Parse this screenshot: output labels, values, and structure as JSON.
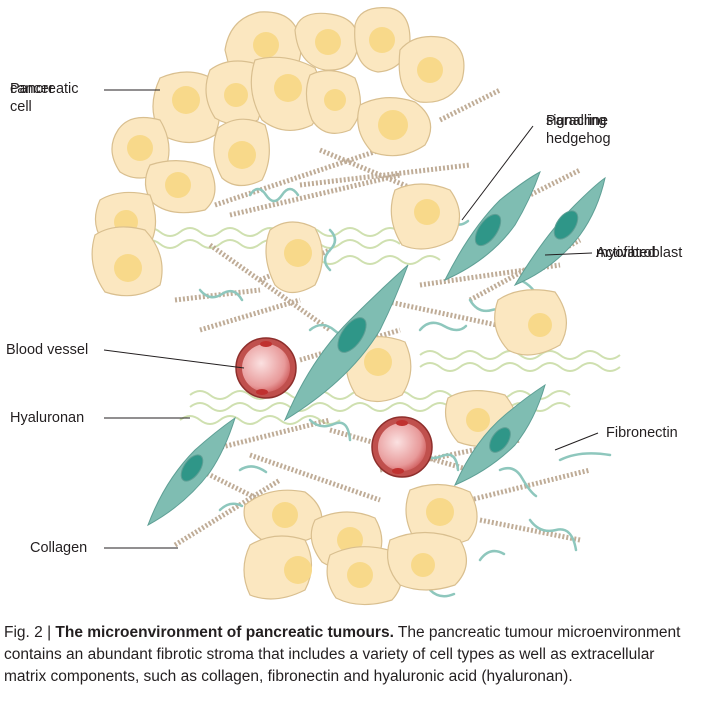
{
  "labels": {
    "pancreatic_cancer_cell": [
      "Pancreatic",
      "cancer cell"
    ],
    "paracrine_hedgehog": [
      "Paracrine hedgehog",
      "signalling"
    ],
    "activated_myofibroblast": [
      "Activated",
      "myofibroblast"
    ],
    "blood_vessel": "Blood vessel",
    "hyaluronan": "Hyaluronan",
    "fibronectin": "Fibronectin",
    "collagen": "Collagen"
  },
  "caption": {
    "fig_number": "Fig. 2 | ",
    "title": "The microenvironment of pancreatic tumours.",
    "body": " The pancreatic tumour microenvironment contains an abundant fibrotic stroma that includes a variety of cell types as well as extracellular matrix components, such as collagen, fibronectin and hyaluronic acid (hyaluronan)."
  },
  "colors": {
    "cancer_cell_fill": "#fbe7c0",
    "cancer_cell_nucleus": "#f8d98a",
    "myofibroblast_fill": "#7fbdb2",
    "myofibroblast_nucleus": "#2f9688",
    "blood_vessel_outer": "#c0504d",
    "blood_vessel_inner": "#f4b7b7",
    "collagen": "#c9b8a4",
    "hyaluronan": "#cfe0b0",
    "fibronectin": "#8ec7bd"
  }
}
